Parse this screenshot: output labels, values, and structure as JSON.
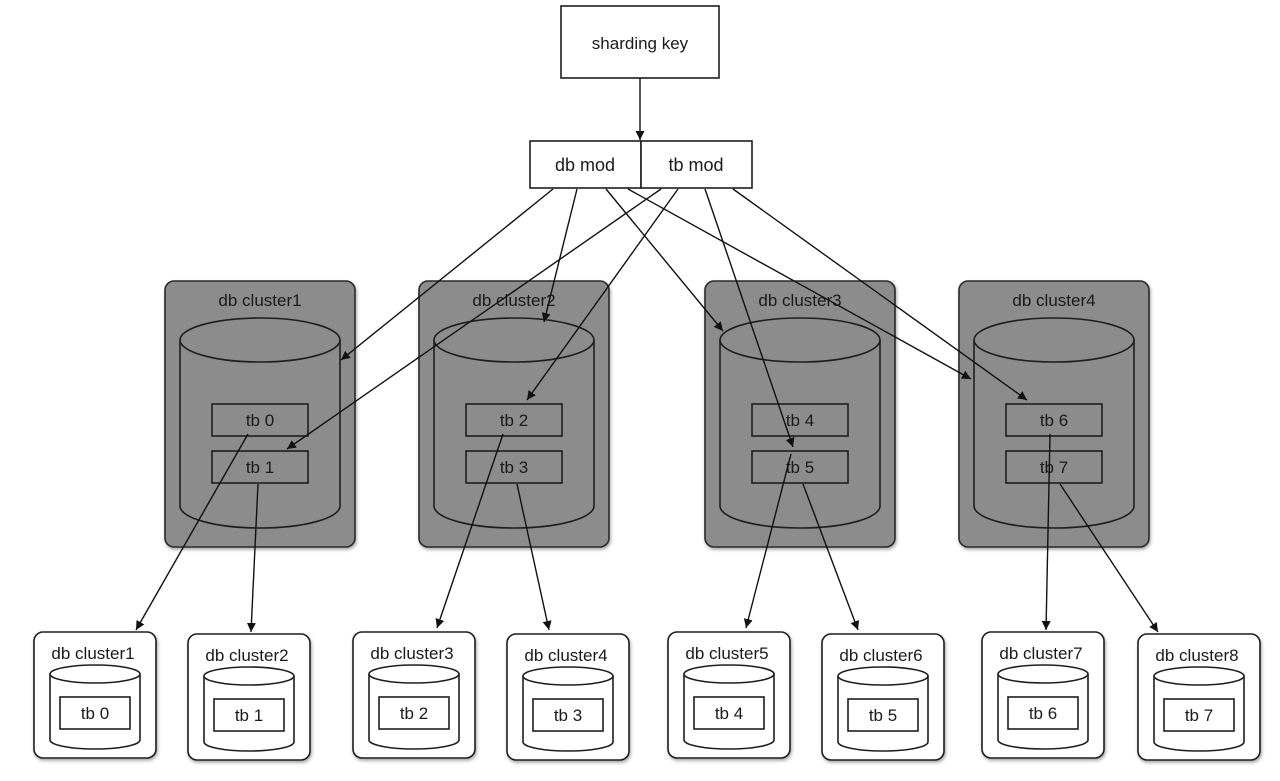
{
  "sharding_key": {
    "label": "sharding key"
  },
  "mod_box": {
    "db_label": "db mod",
    "tb_label": "tb mod"
  },
  "clusters": [
    {
      "name": "db cluster1",
      "tables": [
        "tb 0",
        "tb 1"
      ]
    },
    {
      "name": "db cluster2",
      "tables": [
        "tb 2",
        "tb 3"
      ]
    },
    {
      "name": "db cluster3",
      "tables": [
        "tb 4",
        "tb 5"
      ]
    },
    {
      "name": "db cluster4",
      "tables": [
        "tb 6",
        "tb 7"
      ]
    }
  ],
  "targets": [
    {
      "name": "db cluster1",
      "table": "tb 0"
    },
    {
      "name": "db cluster2",
      "table": "tb 1"
    },
    {
      "name": "db cluster3",
      "table": "tb 2"
    },
    {
      "name": "db cluster4",
      "table": "tb 3"
    },
    {
      "name": "db cluster5",
      "table": "tb 4"
    },
    {
      "name": "db cluster6",
      "table": "tb 5"
    },
    {
      "name": "db cluster7",
      "table": "tb 6"
    },
    {
      "name": "db cluster8",
      "table": "tb 7"
    }
  ],
  "edges": {
    "db_mod_to_cluster": [
      "db cluster1",
      "db cluster2",
      "db cluster3",
      "db cluster4"
    ],
    "tb_mod_to_table": [
      "tb 1",
      "tb 2",
      "tb 5",
      "tb 6"
    ],
    "table_to_target": [
      [
        "tb 0",
        "db cluster1"
      ],
      [
        "tb 1",
        "db cluster2"
      ],
      [
        "tb 2",
        "db cluster3"
      ],
      [
        "tb 3",
        "db cluster4"
      ],
      [
        "tb 4",
        "db cluster5"
      ],
      [
        "tb 5",
        "db cluster6"
      ],
      [
        "tb 6",
        "db cluster7"
      ],
      [
        "tb 7",
        "db cluster8"
      ]
    ]
  }
}
